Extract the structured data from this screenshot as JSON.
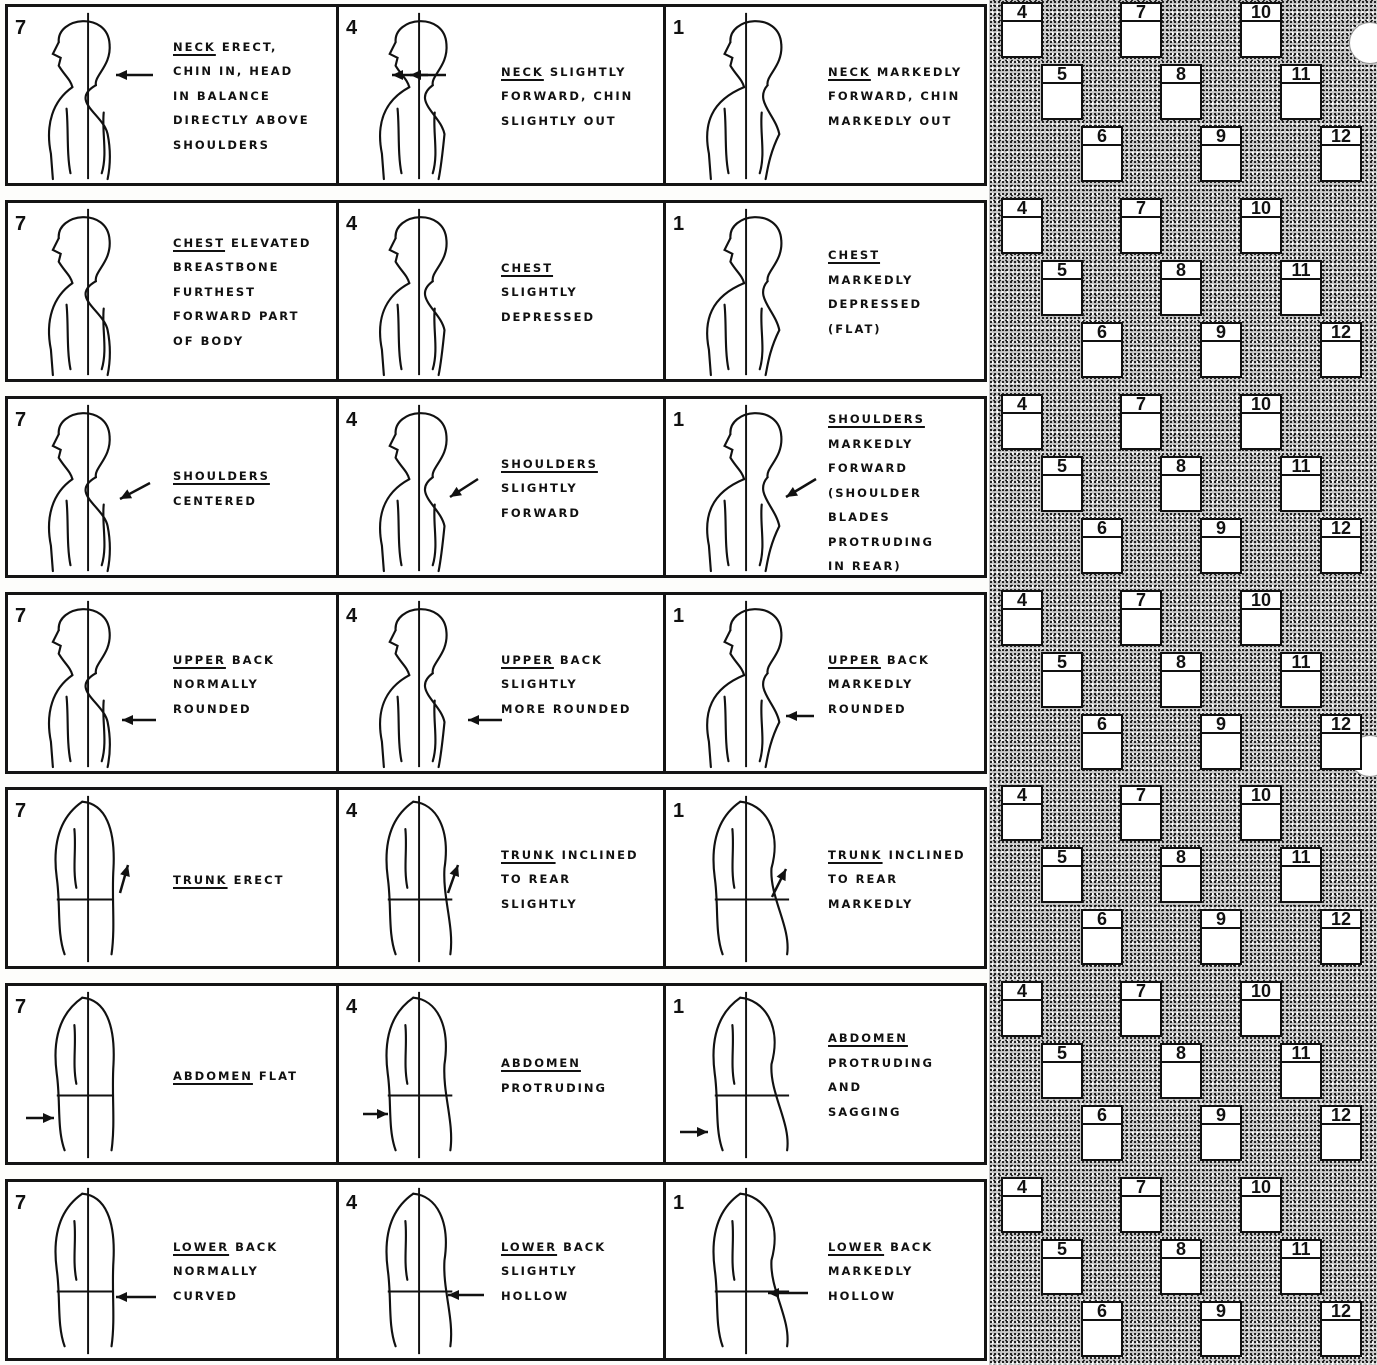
{
  "rows": [
    {
      "name": "neck",
      "cells": [
        {
          "score": "7",
          "lines": [
            "NECK ERECT,",
            "CHIN IN, HEAD",
            "IN BALANCE",
            "DIRECTLY ABOVE",
            "SHOULDERS"
          ]
        },
        {
          "score": "4",
          "lines": [
            "NECK SLIGHTLY",
            "FORWARD, CHIN",
            "SLIGHTLY OUT"
          ]
        },
        {
          "score": "1",
          "lines": [
            "NECK MARKEDLY",
            "FORWARD, CHIN",
            "MARKEDLY OUT"
          ]
        }
      ]
    },
    {
      "name": "chest",
      "cells": [
        {
          "score": "7",
          "lines": [
            "CHEST ELEVATED",
            "BREASTBONE",
            "FURTHEST",
            "FORWARD PART",
            "OF BODY"
          ]
        },
        {
          "score": "4",
          "lines": [
            "CHEST",
            "SLIGHTLY",
            "DEPRESSED"
          ]
        },
        {
          "score": "1",
          "lines": [
            "CHEST",
            "MARKEDLY",
            "DEPRESSED",
            "(FLAT)"
          ]
        }
      ]
    },
    {
      "name": "shoulders",
      "cells": [
        {
          "score": "7",
          "lines": [
            "SHOULDERS",
            "CENTERED"
          ]
        },
        {
          "score": "4",
          "lines": [
            "SHOULDERS",
            "SLIGHTLY",
            "FORWARD"
          ]
        },
        {
          "score": "1",
          "lines": [
            "SHOULDERS",
            "MARKEDLY",
            "FORWARD",
            "(SHOULDER",
            "BLADES",
            "PROTRUDING",
            "IN REAR)"
          ]
        }
      ]
    },
    {
      "name": "upper-back",
      "cells": [
        {
          "score": "7",
          "lines": [
            "UPPER BACK",
            "NORMALLY",
            "ROUNDED"
          ]
        },
        {
          "score": "4",
          "lines": [
            "UPPER BACK",
            "SLIGHTLY",
            "MORE ROUNDED"
          ]
        },
        {
          "score": "1",
          "lines": [
            "UPPER BACK",
            "MARKEDLY",
            "ROUNDED"
          ]
        }
      ]
    },
    {
      "name": "trunk",
      "cells": [
        {
          "score": "7",
          "lines": [
            "TRUNK ERECT"
          ]
        },
        {
          "score": "4",
          "lines": [
            "TRUNK INCLINED",
            "TO REAR",
            "SLIGHTLY"
          ]
        },
        {
          "score": "1",
          "lines": [
            "TRUNK INCLINED",
            "TO REAR",
            "MARKEDLY"
          ]
        }
      ]
    },
    {
      "name": "abdomen",
      "cells": [
        {
          "score": "7",
          "lines": [
            "ABDOMEN FLAT"
          ]
        },
        {
          "score": "4",
          "lines": [
            "ABDOMEN",
            "PROTRUDING"
          ]
        },
        {
          "score": "1",
          "lines": [
            "ABDOMEN",
            "PROTRUDING",
            "AND",
            "SAGGING"
          ]
        }
      ]
    },
    {
      "name": "lower-back",
      "cells": [
        {
          "score": "7",
          "lines": [
            "LOWER BACK",
            "NORMALLY",
            "CURVED"
          ]
        },
        {
          "score": "4",
          "lines": [
            "LOWER BACK",
            "SLIGHTLY",
            "HOLLOW"
          ]
        },
        {
          "score": "1",
          "lines": [
            "LOWER BACK",
            "MARKEDLY",
            "HOLLOW"
          ]
        }
      ]
    }
  ],
  "score_panel": {
    "numbers": [
      "4",
      "5",
      "6",
      "7",
      "8",
      "9",
      "10",
      "11",
      "12"
    ]
  }
}
